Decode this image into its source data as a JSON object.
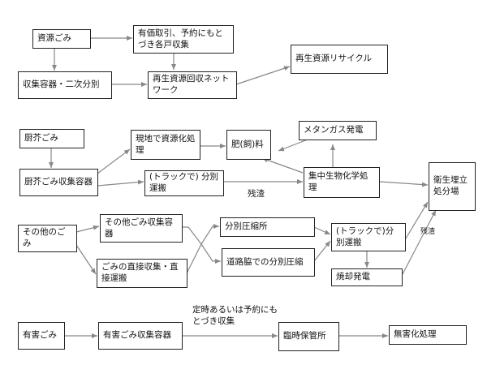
{
  "flow1": {
    "resource_waste": "資源ごみ",
    "valuable_deal": "有価取引、予約にもとづき各戸収集",
    "collection_container": "収集容器・二次分別",
    "recovery_network": "再生資源回収ネットワーク",
    "recycle": "再生資源リサイクル"
  },
  "flow2": {
    "kitchen_waste": "厨芥ごみ",
    "onsite_resource": "現地で資源化処理",
    "fertilizer": "肥(飼)料",
    "methane": "メタンガス発電",
    "kitchen_collection": "厨芥ごみ収集容器",
    "truck_sorted": "(トラックで) 分別運搬",
    "residue": "残渣",
    "central_bio": "集中生物化学処理",
    "landfill": "衛生埋立処分場"
  },
  "flow3": {
    "other_waste": "その他のごみ",
    "other_container": "その他ごみ収集容器",
    "direct_collect": "ごみの直接収集・直接運搬",
    "sorting_compress": "分別圧縮所",
    "roadside_compress": "道路脇での分別圧縮",
    "truck_sorted2": "(トラックで)分別運搬",
    "incineration": "焼却発電",
    "residue2": "残渣"
  },
  "flow4": {
    "hazardous": "有害ごみ",
    "hazardous_container": "有害ごみ収集容器",
    "scheduled_note": "定時あるいは予約にもとづき収集",
    "temp_storage": "臨時保管所",
    "detox": "無害化処理"
  }
}
